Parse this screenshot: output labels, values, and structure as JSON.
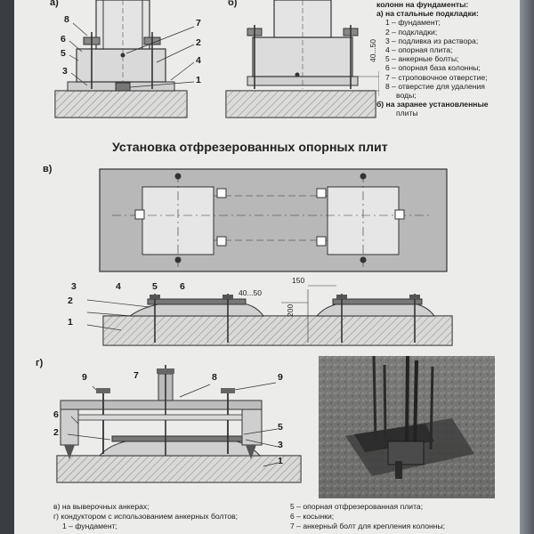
{
  "legend": {
    "heading": "колонн на фундаменты:",
    "items": [
      {
        "text": "а) на стальные подкладки:",
        "level": 0
      },
      {
        "text": "1 – фундамент;",
        "level": 1
      },
      {
        "text": "2 – подкладки;",
        "level": 1
      },
      {
        "text": "3 – подливка из раствора;",
        "level": 1
      },
      {
        "text": "4 – опорная плита;",
        "level": 1
      },
      {
        "text": "5 – анкерные болты;",
        "level": 1
      },
      {
        "text": "6 – опорная база колонны;",
        "level": 1
      },
      {
        "text": "7 – строповочное отверстие;",
        "level": 1
      },
      {
        "text": "8 – отверстие для удаления",
        "level": 1
      },
      {
        "text": "воды;",
        "level": 2
      },
      {
        "text": "б) на заранее установленные",
        "level": 0
      },
      {
        "text": "плиты",
        "level": 2
      }
    ]
  },
  "section_title": "Установка отфрезерованных опорных плит",
  "fig_labels": {
    "a": "а)",
    "b": "б)",
    "v": "в)",
    "g": "г)"
  },
  "fig_a_numbers": {
    "n8": "8",
    "n6": "6",
    "n5": "5",
    "n3": "3",
    "n7": "7",
    "n2": "2",
    "n4": "4",
    "n1": "1"
  },
  "fig_b_dim": "40...50",
  "fig_v_numbers": {
    "n3": "3",
    "n4": "4",
    "n5": "5",
    "n6": "6",
    "n2": "2",
    "n1": "1"
  },
  "fig_v_dims": {
    "d1": "40...50",
    "d2": "150",
    "d3": "200"
  },
  "fig_g_numbers": {
    "n9a": "9",
    "n7": "7",
    "n8": "8",
    "n9b": "9",
    "n6": "6",
    "n2": "2",
    "n5": "5",
    "n3": "3",
    "n1": "1"
  },
  "bottom_left": [
    "в) на выверочных анкерах;",
    "г) кондуктором с использованием анкерных болтов;",
    "1 – фундамент;"
  ],
  "bottom_right": [
    "5 – опорная отфрезерованная плита;",
    "6 – косынки;",
    "7 – анкерный болт для крепления колонны;"
  ],
  "photo_icon": "photo-anchor-bolts-on-foundation"
}
